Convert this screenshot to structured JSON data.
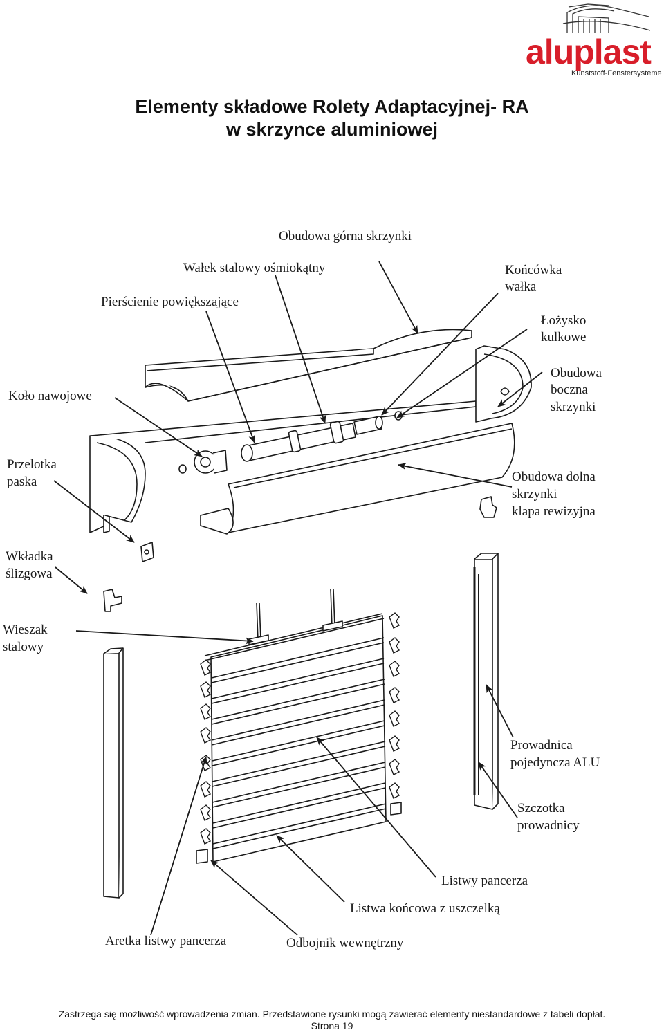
{
  "logo": {
    "brand": "aluplast",
    "tagline": "Kunststoff-Fenstersysteme"
  },
  "title": {
    "line1": "Elementy składowe Rolety Adaptacyjnej- RA",
    "line2": "w skrzynce aluminiowej"
  },
  "labels": {
    "obudowa_gorna": "Obudowa górna skrzynki",
    "walek": "Wałek stalowy ośmiokątny",
    "pierscienie": "Pierścienie powiększające",
    "koncowka_1": "Końcówka",
    "koncowka_2": "wałka",
    "lozysko_1": "Łożysko",
    "lozysko_2": "kulkowe",
    "boczna_1": "Obudowa",
    "boczna_2": "boczna",
    "boczna_3": "skrzynki",
    "kolo": "Koło nawojowe",
    "przelotka_1": "Przelotka",
    "przelotka_2": "paska",
    "dolna_1": "Obudowa dolna",
    "dolna_2": "skrzynki",
    "dolna_3": "klapa rewizyjna",
    "wkladka_1": "Wkładka",
    "wkladka_2": "ślizgowa",
    "wieszak_1": "Wieszak",
    "wieszak_2": "stalowy",
    "prowadnica_1": "Prowadnica",
    "prowadnica_2": "pojedyncza ALU",
    "szczotka_1": "Szczotka",
    "szczotka_2": "prowadnicy",
    "listwy": "Listwy pancerza",
    "listwa_koncowa": "Listwa końcowa z uszczelką",
    "aretka": "Aretka listwy pancerza",
    "odbojnik": "Odbojnik wewnętrzny"
  },
  "footer": {
    "line1": "Zastrzega się możliwość wprowadzenia zmian. Przedstawione rysunki mogą zawierać elementy niestandardowe z tabeli dopłat.",
    "line2": "Strona 19"
  },
  "colors": {
    "brand": "#d81e2a",
    "line": "#1a1a1a"
  }
}
